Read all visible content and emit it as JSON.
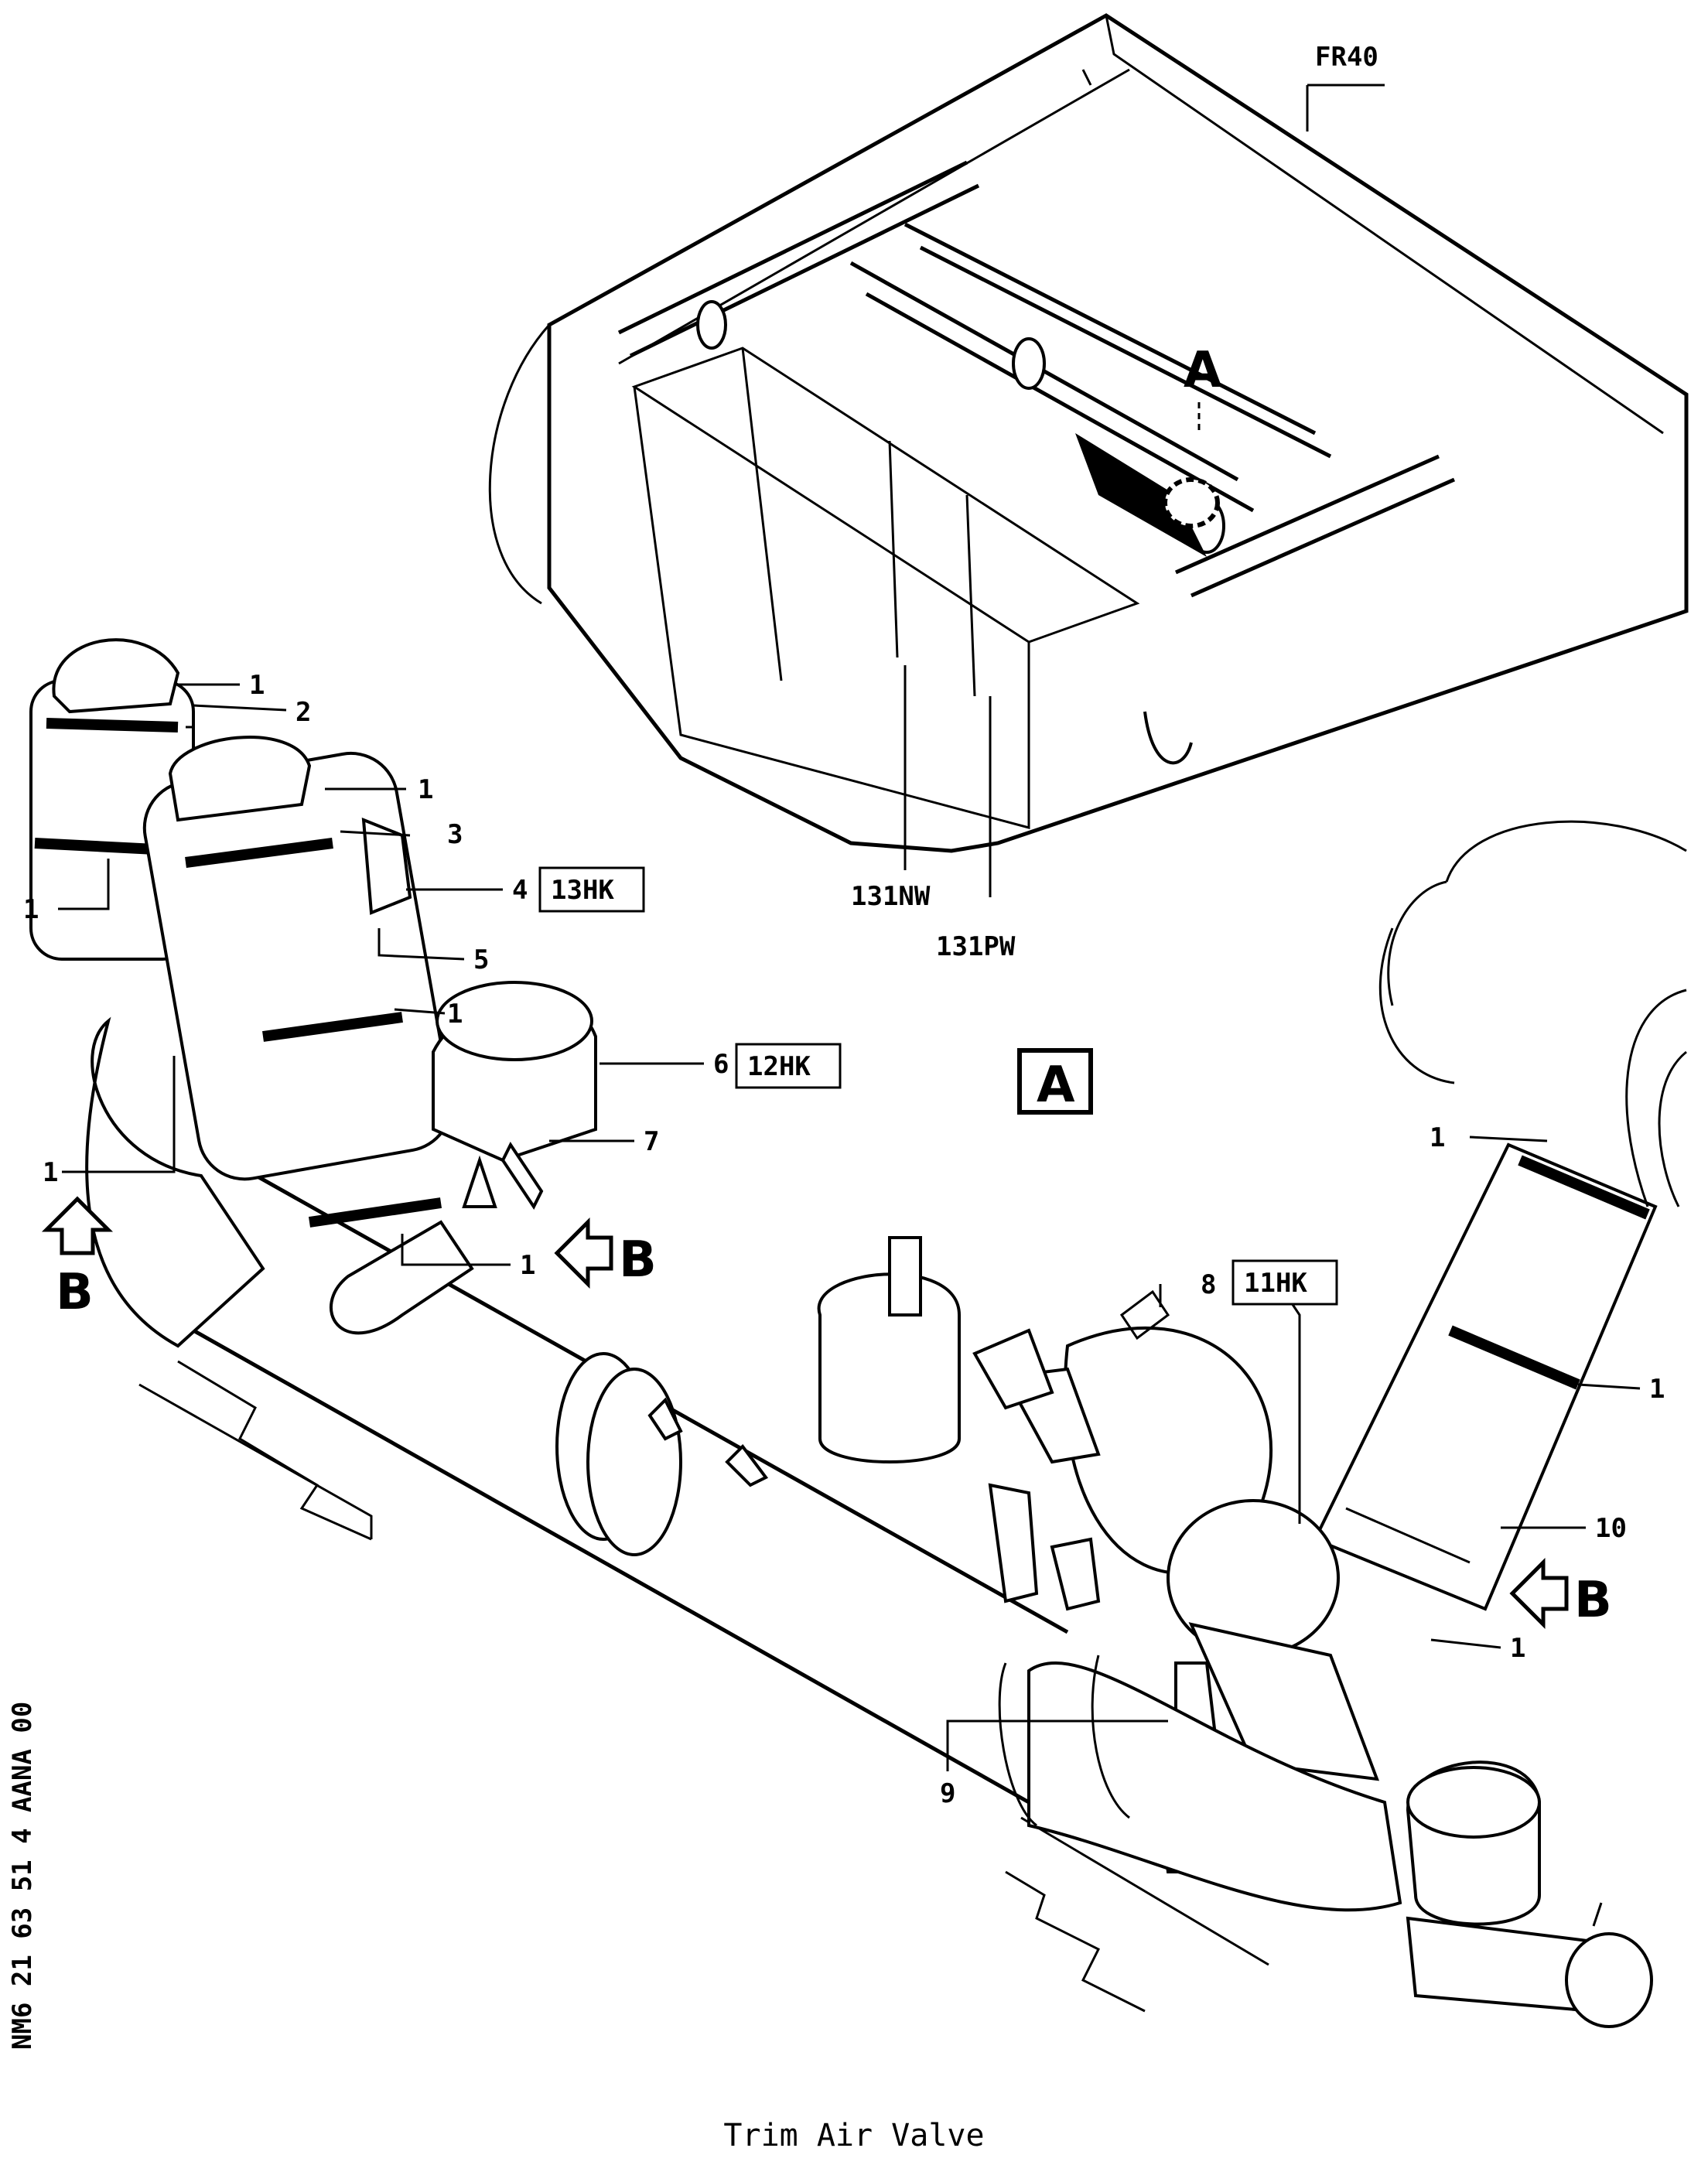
{
  "caption": "Trim Air Valve",
  "reference_code": "NM6 21 63 51 4 AANA 00",
  "frame_label": "FR40",
  "view_label": "A",
  "detail_label": "A",
  "arrow_label": "B",
  "zone_labels": [
    "131NW",
    "131PW"
  ],
  "item_labels": {
    "i1": "1",
    "i2": "2",
    "i3": "3",
    "i4": "4",
    "i5": "5",
    "i6": "6",
    "i7": "7",
    "i8": "8",
    "i9": "9",
    "i10": "10"
  },
  "callout_boxes": {
    "item4": "13HK",
    "item6": "12HK",
    "item8": "11HK"
  }
}
